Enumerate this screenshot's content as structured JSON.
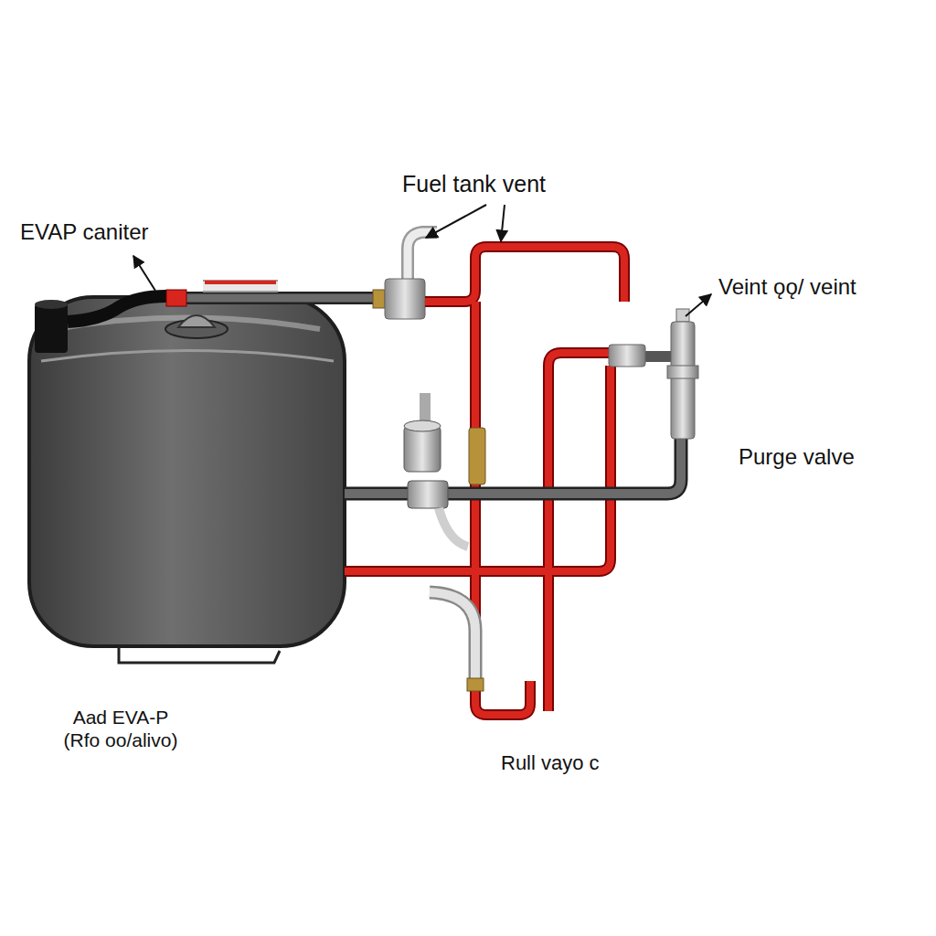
{
  "diagram": {
    "labels": [
      "Fuel tank vent",
      "EVAP caniter",
      "Veint ǫǫ/ veint",
      "Purge valve",
      "Aad EVA-P (Rfo oo/alivo)",
      "Rull vayo c"
    ]
  }
}
